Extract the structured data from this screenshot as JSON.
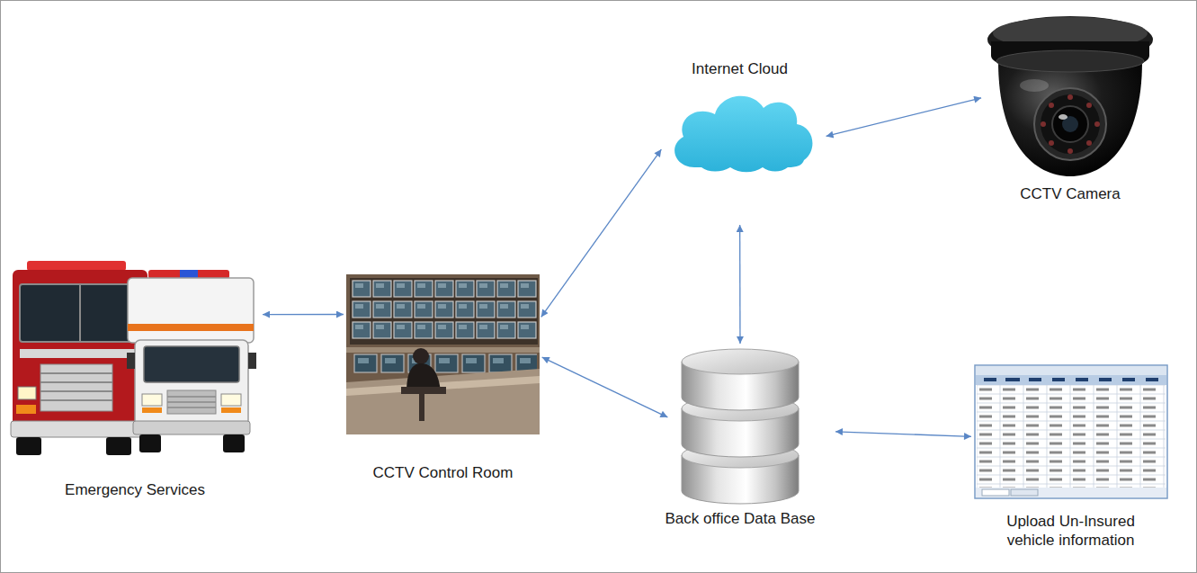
{
  "diagram": {
    "nodes": [
      {
        "text": [
          "Internet Cloud"
        ]
      },
      {
        "text": [
          "CCTV Camera"
        ]
      },
      {
        "text": [
          "Emergency Services"
        ]
      },
      {
        "text": [
          "CCTV Control Room"
        ]
      },
      {
        "text": [
          "Back office Data Base"
        ]
      },
      {
        "text": [
          "Upload Un-Insured vehicle information"
        ]
      }
    ],
    "edges": [
      {
        "from": 2,
        "to": 3,
        "arrow": "both"
      },
      {
        "from": 3,
        "to": 0,
        "arrow": "both"
      },
      {
        "from": 0,
        "to": 1,
        "arrow": "both"
      },
      {
        "from": 0,
        "to": 4,
        "arrow": "both"
      },
      {
        "from": 3,
        "to": 4,
        "arrow": "both"
      },
      {
        "from": 4,
        "to": 5,
        "arrow": "both"
      }
    ]
  }
}
